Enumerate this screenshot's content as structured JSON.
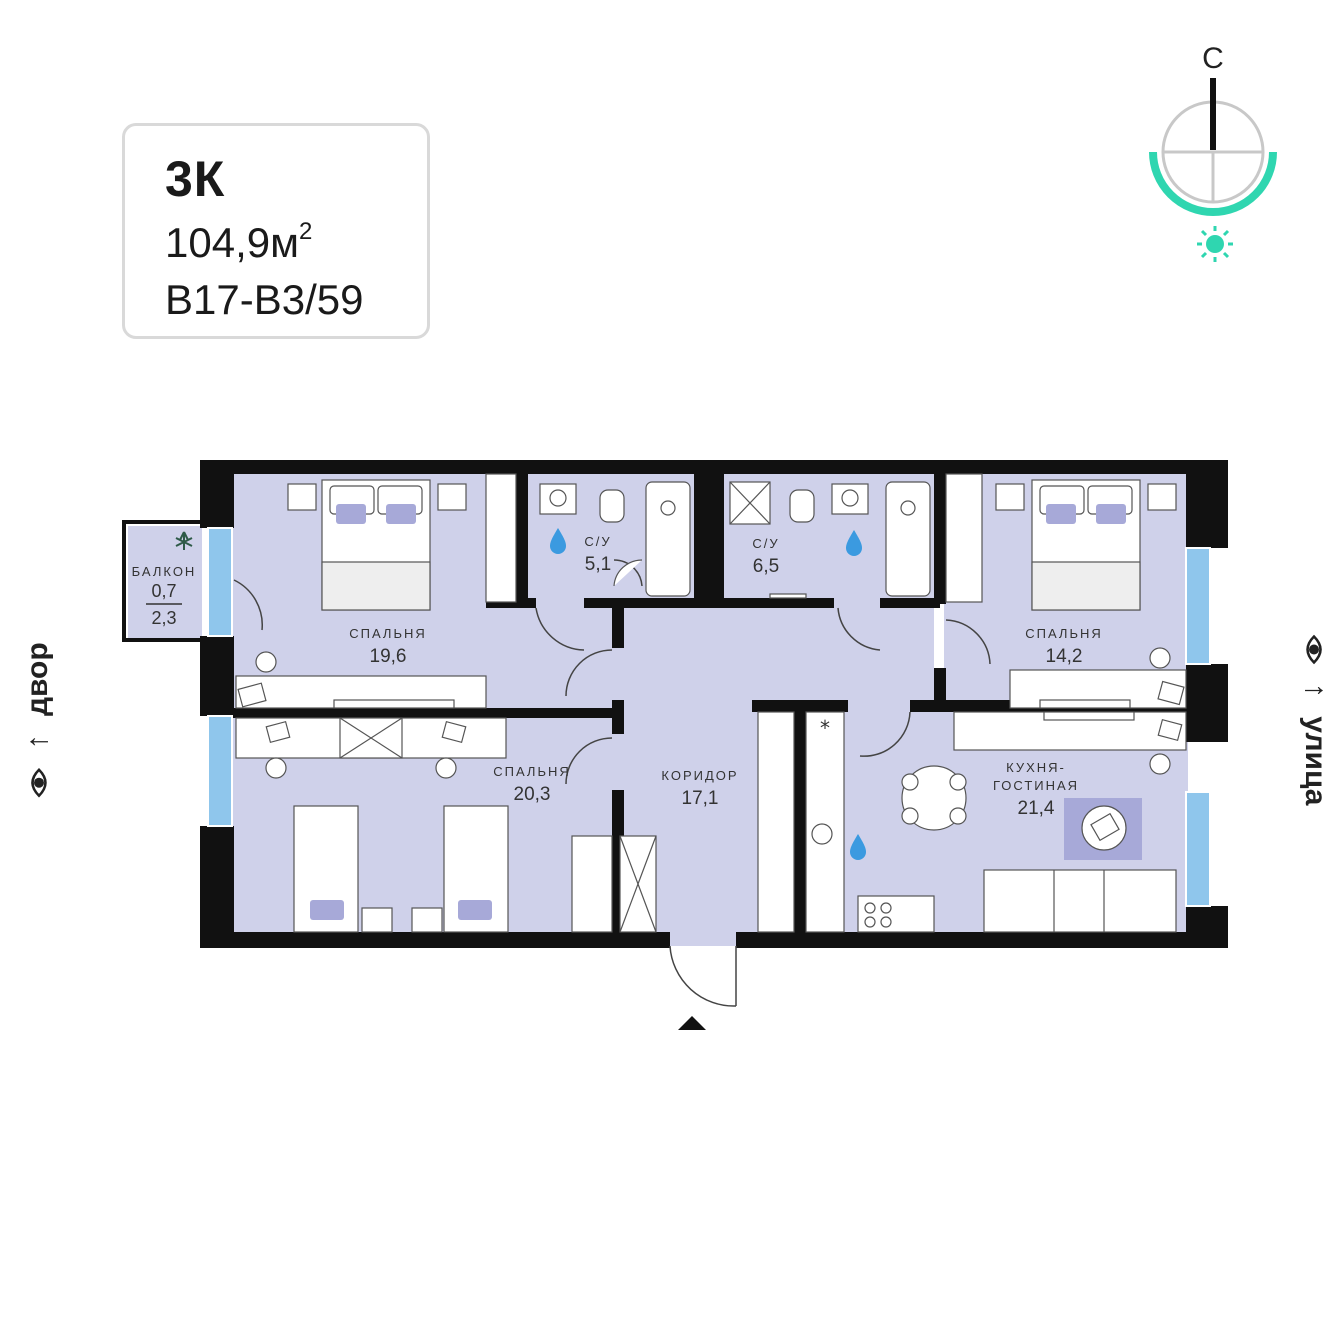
{
  "header": {
    "type": "3К",
    "area": "104,9м",
    "area_sup": "2",
    "code": "В17-В3/59"
  },
  "compass": {
    "north_label": "С"
  },
  "rooms": {
    "balcony": {
      "label": "БАЛКОН",
      "value_top": "0,7",
      "value_bottom": "2,3"
    },
    "bedroom1": {
      "label": "СПАЛЬНЯ",
      "area": "19,6"
    },
    "bedroom2": {
      "label": "СПАЛЬНЯ",
      "area": "20,3"
    },
    "bedroom3": {
      "label": "СПАЛЬНЯ",
      "area": "14,2"
    },
    "bath1": {
      "label": "С/У",
      "area": "5,1"
    },
    "bath2": {
      "label": "С/У",
      "area": "6,5"
    },
    "corridor": {
      "label": "КОРИДОР",
      "area": "17,1"
    },
    "kitchen": {
      "label_line1": "КУХНЯ-",
      "label_line2": "ГОСТИНАЯ",
      "area": "21,4"
    }
  },
  "sides": {
    "left": {
      "text": "двор",
      "arrow": "↑"
    },
    "right": {
      "text": "улица",
      "arrow": "↑"
    }
  },
  "colors": {
    "room_fill": "#cfd1ea",
    "wall": "#111111",
    "window": "#8fc6ec",
    "accent": "#2fd6b0",
    "water": "#3b9ae0",
    "pillow": "#a7a9d8"
  }
}
